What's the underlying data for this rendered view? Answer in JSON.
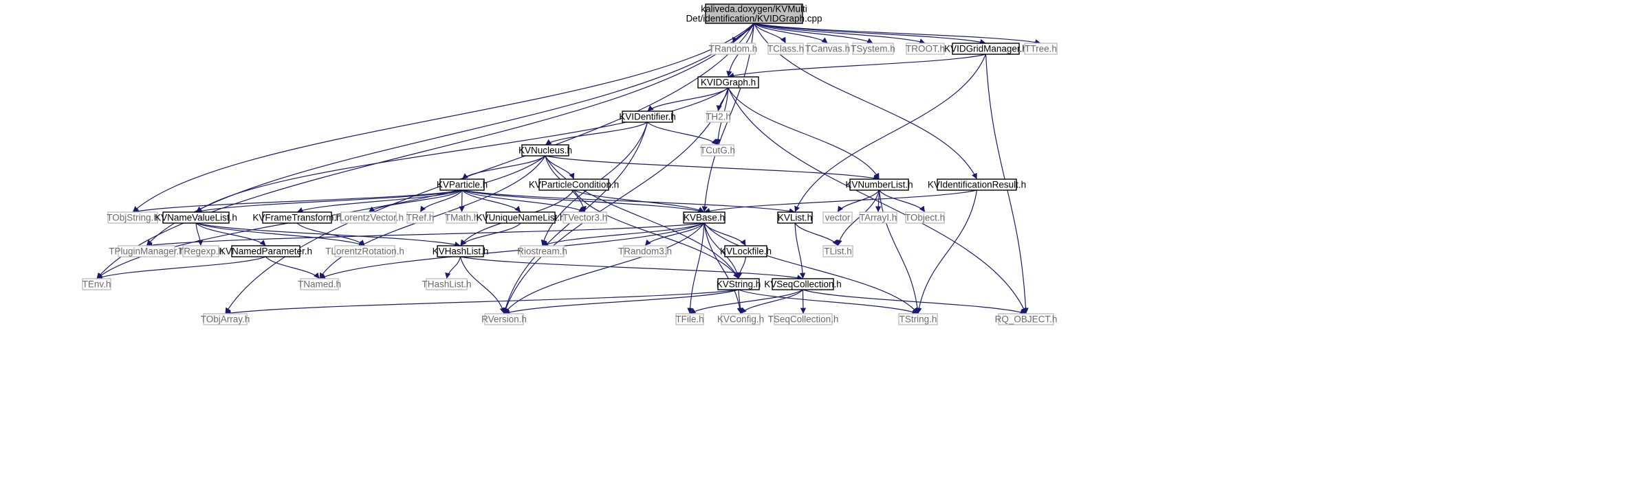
{
  "nodes": [
    {
      "id": "root",
      "label": [
        "kaliveda.doxygen/KVMulti",
        "Det/identification/KVIDGraph.cpp"
      ],
      "kind": "root"
    },
    {
      "id": "KVIDGraph.h",
      "label": [
        "KVIDGraph.h"
      ],
      "kind": "doc"
    },
    {
      "id": "TRandom.h",
      "label": [
        "TRandom.h"
      ],
      "kind": "ext"
    },
    {
      "id": "TClass.h",
      "label": [
        "TClass.h"
      ],
      "kind": "ext"
    },
    {
      "id": "TCanvas.h",
      "label": [
        "TCanvas.h"
      ],
      "kind": "ext"
    },
    {
      "id": "TSystem.h",
      "label": [
        "TSystem.h"
      ],
      "kind": "ext"
    },
    {
      "id": "TROOT.h",
      "label": [
        "TROOT.h"
      ],
      "kind": "ext"
    },
    {
      "id": "KVIDGridManager.h",
      "label": [
        "KVIDGridManager.h"
      ],
      "kind": "doc"
    },
    {
      "id": "TTree.h",
      "label": [
        "TTree.h"
      ],
      "kind": "ext"
    },
    {
      "id": "KVIDentifier.h",
      "label": [
        "KVIDentifier.h"
      ],
      "kind": "doc"
    },
    {
      "id": "TH2.h",
      "label": [
        "TH2.h"
      ],
      "kind": "ext"
    },
    {
      "id": "TCutG.h",
      "label": [
        "TCutG.h"
      ],
      "kind": "ext"
    },
    {
      "id": "KVNucleus.h",
      "label": [
        "KVNucleus.h"
      ],
      "kind": "doc"
    },
    {
      "id": "KVParticle.h",
      "label": [
        "KVParticle.h"
      ],
      "kind": "doc"
    },
    {
      "id": "KVParticleCondition.h",
      "label": [
        "KVParticleCondition.h"
      ],
      "kind": "doc"
    },
    {
      "id": "KVNumberList.h",
      "label": [
        "KVNumberList.h"
      ],
      "kind": "doc"
    },
    {
      "id": "KVIdentificationResult.h",
      "label": [
        "KVIdentificationResult.h"
      ],
      "kind": "doc"
    },
    {
      "id": "TObjString.h",
      "label": [
        "TObjString.h"
      ],
      "kind": "ext"
    },
    {
      "id": "KVNameValueList.h",
      "label": [
        "KVNameValueList.h"
      ],
      "kind": "doc"
    },
    {
      "id": "KVFrameTransform.h",
      "label": [
        "KVFrameTransform.h"
      ],
      "kind": "doc"
    },
    {
      "id": "TLorentzVector.h",
      "label": [
        "TLorentzVector.h"
      ],
      "kind": "ext"
    },
    {
      "id": "TRef.h",
      "label": [
        "TRef.h"
      ],
      "kind": "ext"
    },
    {
      "id": "TMath.h",
      "label": [
        "TMath.h"
      ],
      "kind": "ext"
    },
    {
      "id": "KVUniqueNameList.h",
      "label": [
        "KVUniqueNameList.h"
      ],
      "kind": "doc"
    },
    {
      "id": "TVector3.h",
      "label": [
        "TVector3.h"
      ],
      "kind": "ext"
    },
    {
      "id": "KVBase.h",
      "label": [
        "KVBase.h"
      ],
      "kind": "doc"
    },
    {
      "id": "KVList.h",
      "label": [
        "KVList.h"
      ],
      "kind": "doc"
    },
    {
      "id": "vector",
      "label": [
        "vector"
      ],
      "kind": "ext"
    },
    {
      "id": "TArrayI.h",
      "label": [
        "TArrayI.h"
      ],
      "kind": "ext"
    },
    {
      "id": "TObject.h",
      "label": [
        "TObject.h"
      ],
      "kind": "ext"
    },
    {
      "id": "TPluginManager.h",
      "label": [
        "TPluginManager.h"
      ],
      "kind": "ext"
    },
    {
      "id": "TRegexp.h",
      "label": [
        "TRegexp.h"
      ],
      "kind": "ext"
    },
    {
      "id": "KVNamedParameter.h",
      "label": [
        "KVNamedParameter.h"
      ],
      "kind": "doc"
    },
    {
      "id": "TLorentzRotation.h",
      "label": [
        "TLorentzRotation.h"
      ],
      "kind": "ext"
    },
    {
      "id": "KVHashList.h",
      "label": [
        "KVHashList.h"
      ],
      "kind": "doc"
    },
    {
      "id": "Riostream.h",
      "label": [
        "Riostream.h"
      ],
      "kind": "ext"
    },
    {
      "id": "TRandom3.h",
      "label": [
        "TRandom3.h"
      ],
      "kind": "ext"
    },
    {
      "id": "KVLockfile.h",
      "label": [
        "KVLockfile.h"
      ],
      "kind": "doc"
    },
    {
      "id": "TList.h",
      "label": [
        "TList.h"
      ],
      "kind": "ext"
    },
    {
      "id": "TEnv.h",
      "label": [
        "TEnv.h"
      ],
      "kind": "ext"
    },
    {
      "id": "TNamed.h",
      "label": [
        "TNamed.h"
      ],
      "kind": "ext"
    },
    {
      "id": "THashList.h",
      "label": [
        "THashList.h"
      ],
      "kind": "ext"
    },
    {
      "id": "KVString.h",
      "label": [
        "KVString.h"
      ],
      "kind": "doc"
    },
    {
      "id": "KVSeqCollection.h",
      "label": [
        "KVSeqCollection.h"
      ],
      "kind": "doc"
    },
    {
      "id": "TObjArray.h",
      "label": [
        "TObjArray.h"
      ],
      "kind": "ext"
    },
    {
      "id": "RVersion.h",
      "label": [
        "RVersion.h"
      ],
      "kind": "ext"
    },
    {
      "id": "TFile.h",
      "label": [
        "TFile.h"
      ],
      "kind": "ext"
    },
    {
      "id": "KVConfig.h",
      "label": [
        "KVConfig.h"
      ],
      "kind": "ext"
    },
    {
      "id": "TSeqCollection.h",
      "label": [
        "TSeqCollection.h"
      ],
      "kind": "ext"
    },
    {
      "id": "TString.h",
      "label": [
        "TString.h"
      ],
      "kind": "ext"
    },
    {
      "id": "RQ_OBJECT.h",
      "label": [
        "RQ_OBJECT.h"
      ],
      "kind": "ext"
    }
  ],
  "edges": [
    [
      "root",
      "KVIDGraph.h"
    ],
    [
      "root",
      "TRandom.h"
    ],
    [
      "root",
      "TClass.h"
    ],
    [
      "root",
      "TCanvas.h"
    ],
    [
      "root",
      "TSystem.h"
    ],
    [
      "root",
      "TROOT.h"
    ],
    [
      "root",
      "KVIDGridManager.h"
    ],
    [
      "root",
      "TTree.h"
    ],
    [
      "root",
      "KVBase.h"
    ],
    [
      "root",
      "TEnv.h"
    ],
    [
      "root",
      "TObjString.h"
    ],
    [
      "root",
      "TPluginManager.h"
    ],
    [
      "root",
      "TObjArray.h"
    ],
    [
      "root",
      "KVIdentificationResult.h"
    ],
    [
      "KVIDGridManager.h",
      "KVIDGraph.h"
    ],
    [
      "KVIDGridManager.h",
      "KVList.h"
    ],
    [
      "KVIDGridManager.h",
      "RQ_OBJECT.h"
    ],
    [
      "KVIDGraph.h",
      "KVIDentifier.h"
    ],
    [
      "KVIDGraph.h",
      "TH2.h"
    ],
    [
      "KVIDGraph.h",
      "TCutG.h"
    ],
    [
      "KVIDGraph.h",
      "KVNumberList.h"
    ],
    [
      "KVIDGraph.h",
      "KVNameValueList.h"
    ],
    [
      "KVIDGraph.h",
      "RVersion.h"
    ],
    [
      "KVIDGraph.h",
      "RQ_OBJECT.h"
    ],
    [
      "KVIDentifier.h",
      "KVNucleus.h"
    ],
    [
      "KVIDentifier.h",
      "TCutG.h"
    ],
    [
      "KVIDentifier.h",
      "RVersion.h"
    ],
    [
      "KVIDentifier.h",
      "Riostream.h"
    ],
    [
      "KVNucleus.h",
      "KVParticle.h"
    ],
    [
      "KVNucleus.h",
      "KVParticleCondition.h"
    ],
    [
      "KVNucleus.h",
      "KVNumberList.h"
    ],
    [
      "KVNucleus.h",
      "TVector3.h"
    ],
    [
      "KVNucleus.h",
      "TEnv.h"
    ],
    [
      "KVNucleus.h",
      "TNamed.h"
    ],
    [
      "KVNucleus.h",
      "KVString.h"
    ],
    [
      "KVParticle.h",
      "TObjString.h"
    ],
    [
      "KVParticle.h",
      "KVNameValueList.h"
    ],
    [
      "KVParticle.h",
      "KVFrameTransform.h"
    ],
    [
      "KVParticle.h",
      "TLorentzVector.h"
    ],
    [
      "KVParticle.h",
      "TRef.h"
    ],
    [
      "KVParticle.h",
      "TMath.h"
    ],
    [
      "KVParticle.h",
      "KVUniqueNameList.h"
    ],
    [
      "KVParticle.h",
      "TVector3.h"
    ],
    [
      "KVParticle.h",
      "KVBase.h"
    ],
    [
      "KVParticle.h",
      "KVList.h"
    ],
    [
      "KVParticleCondition.h",
      "KVBase.h"
    ],
    [
      "KVParticleCondition.h",
      "KVString.h"
    ],
    [
      "KVParticleCondition.h",
      "KVHashList.h"
    ],
    [
      "KVIdentificationResult.h",
      "KVBase.h"
    ],
    [
      "KVIdentificationResult.h",
      "TString.h"
    ],
    [
      "KVNumberList.h",
      "vector"
    ],
    [
      "KVNumberList.h",
      "TArrayI.h"
    ],
    [
      "KVNumberList.h",
      "TObject.h"
    ],
    [
      "KVNumberList.h",
      "TList.h"
    ],
    [
      "KVNumberList.h",
      "TString.h"
    ],
    [
      "KVNameValueList.h",
      "TRegexp.h"
    ],
    [
      "KVNameValueList.h",
      "KVNamedParameter.h"
    ],
    [
      "KVNameValueList.h",
      "TLorentzRotation.h"
    ],
    [
      "KVNameValueList.h",
      "KVHashList.h"
    ],
    [
      "KVFrameTransform.h",
      "TLorentzRotation.h"
    ],
    [
      "KVUniqueNameList.h",
      "KVHashList.h"
    ],
    [
      "KVBase.h",
      "TPluginManager.h"
    ],
    [
      "KVBase.h",
      "Riostream.h"
    ],
    [
      "KVBase.h",
      "TRandom3.h"
    ],
    [
      "KVBase.h",
      "KVLockfile.h"
    ],
    [
      "KVBase.h",
      "TNamed.h"
    ],
    [
      "KVBase.h",
      "RVersion.h"
    ],
    [
      "KVBase.h",
      "TFile.h"
    ],
    [
      "KVBase.h",
      "KVConfig.h"
    ],
    [
      "KVBase.h",
      "KVString.h"
    ],
    [
      "KVBase.h",
      "TString.h"
    ],
    [
      "KVList.h",
      "KVSeqCollection.h"
    ],
    [
      "KVList.h",
      "TList.h"
    ],
    [
      "KVNamedParameter.h",
      "TEnv.h"
    ],
    [
      "KVNamedParameter.h",
      "TNamed.h"
    ],
    [
      "KVHashList.h",
      "THashList.h"
    ],
    [
      "KVHashList.h",
      "RVersion.h"
    ],
    [
      "KVHashList.h",
      "KVSeqCollection.h"
    ],
    [
      "KVLockfile.h",
      "KVString.h"
    ],
    [
      "KVString.h",
      "TObjArray.h"
    ],
    [
      "KVString.h",
      "RVersion.h"
    ],
    [
      "KVString.h",
      "KVConfig.h"
    ],
    [
      "KVString.h",
      "TString.h"
    ],
    [
      "KVSeqCollection.h",
      "TFile.h"
    ],
    [
      "KVSeqCollection.h",
      "KVConfig.h"
    ],
    [
      "KVSeqCollection.h",
      "TSeqCollection.h"
    ],
    [
      "KVSeqCollection.h",
      "RQ_OBJECT.h"
    ]
  ]
}
